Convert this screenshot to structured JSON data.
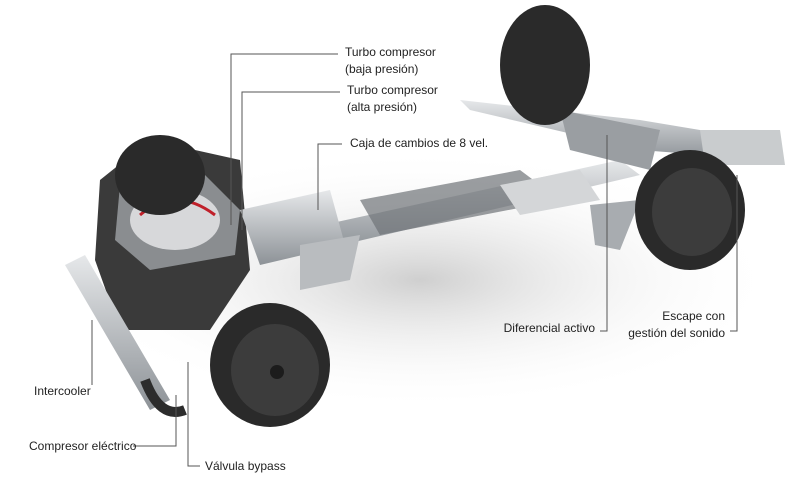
{
  "labels": {
    "turbo_low": {
      "line1": "Turbo compresor",
      "line2": "(baja presión)"
    },
    "turbo_high": {
      "line1": "Turbo compresor",
      "line2": "(alta presión)"
    },
    "gearbox": "Caja de cambios de 8 vel.",
    "differential": "Diferencial activo",
    "exhaust": {
      "line1": "Escape con",
      "line2": "gestión del sonido"
    },
    "intercooler": "Intercooler",
    "electric_compressor": "Compresor eléctrico",
    "bypass_valve": "Válvula bypass"
  },
  "colors": {
    "leader": "#555555",
    "tire": "#2a2a2a",
    "metal": "#b8bcc0",
    "engine": "#3a3a3a",
    "accent": "#c0202a"
  }
}
